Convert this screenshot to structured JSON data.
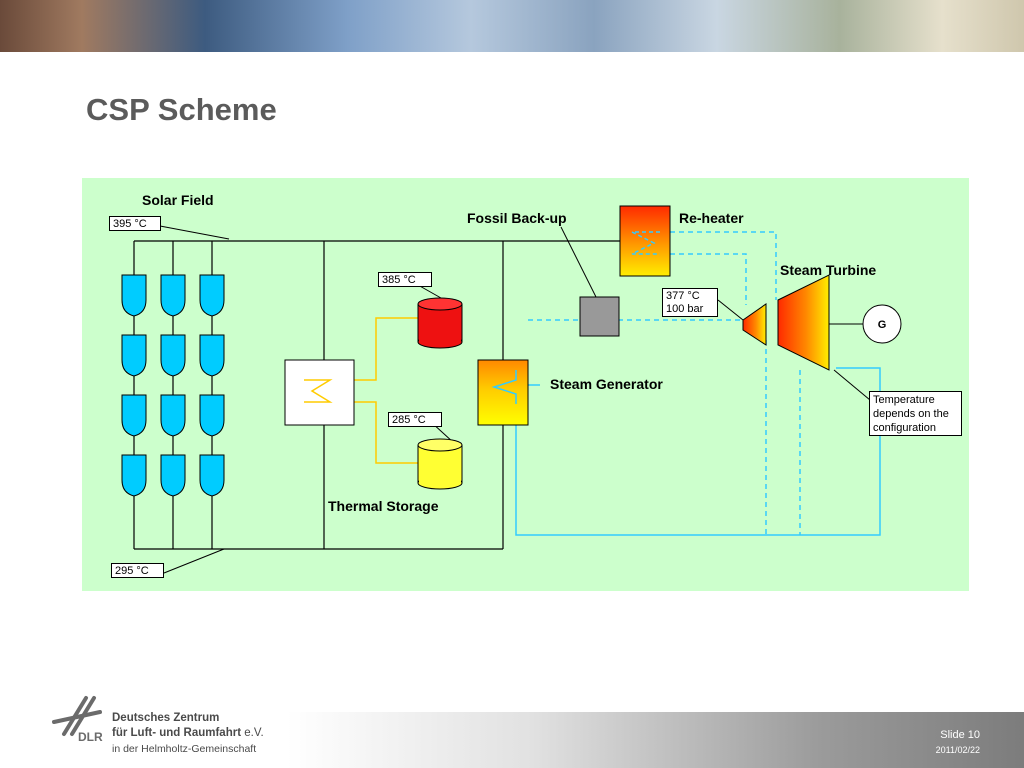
{
  "slide": {
    "title": "CSP Scheme",
    "number": "Slide 10",
    "date": "2011/02/22"
  },
  "diagram": {
    "labels": {
      "solar_field": "Solar Field",
      "fossil_backup": "Fossil Back-up",
      "re_heater": "Re-heater",
      "steam_turbine": "Steam Turbine",
      "steam_generator": "Steam Generator",
      "thermal_storage": "Thermal Storage",
      "generator": "G"
    },
    "temperatures": {
      "solar_out": "395 °C",
      "solar_in": "295 °C",
      "hot_tank": "385 °C",
      "cold_tank": "285 °C",
      "steam_temp": "377 °C",
      "steam_pressure": "100 bar"
    },
    "note": {
      "line1": "Temperature",
      "line2": "depends on the",
      "line3": "configuration"
    },
    "colors": {
      "panel": "#ccffcc",
      "collector": "#00ccff",
      "hot_tank": "#ee1111",
      "cold_tank": "#ffff33",
      "oil_loop": "#ffcc00",
      "steam_loop": "#33ccff"
    }
  },
  "footer": {
    "org_line1": "Deutsches Zentrum",
    "org_line2": "für Luft- und Raumfahrt",
    "org_suffix": "e.V.",
    "org_line3": "in der Helmholtz-Gemeinschaft",
    "logo_text": "DLR"
  }
}
